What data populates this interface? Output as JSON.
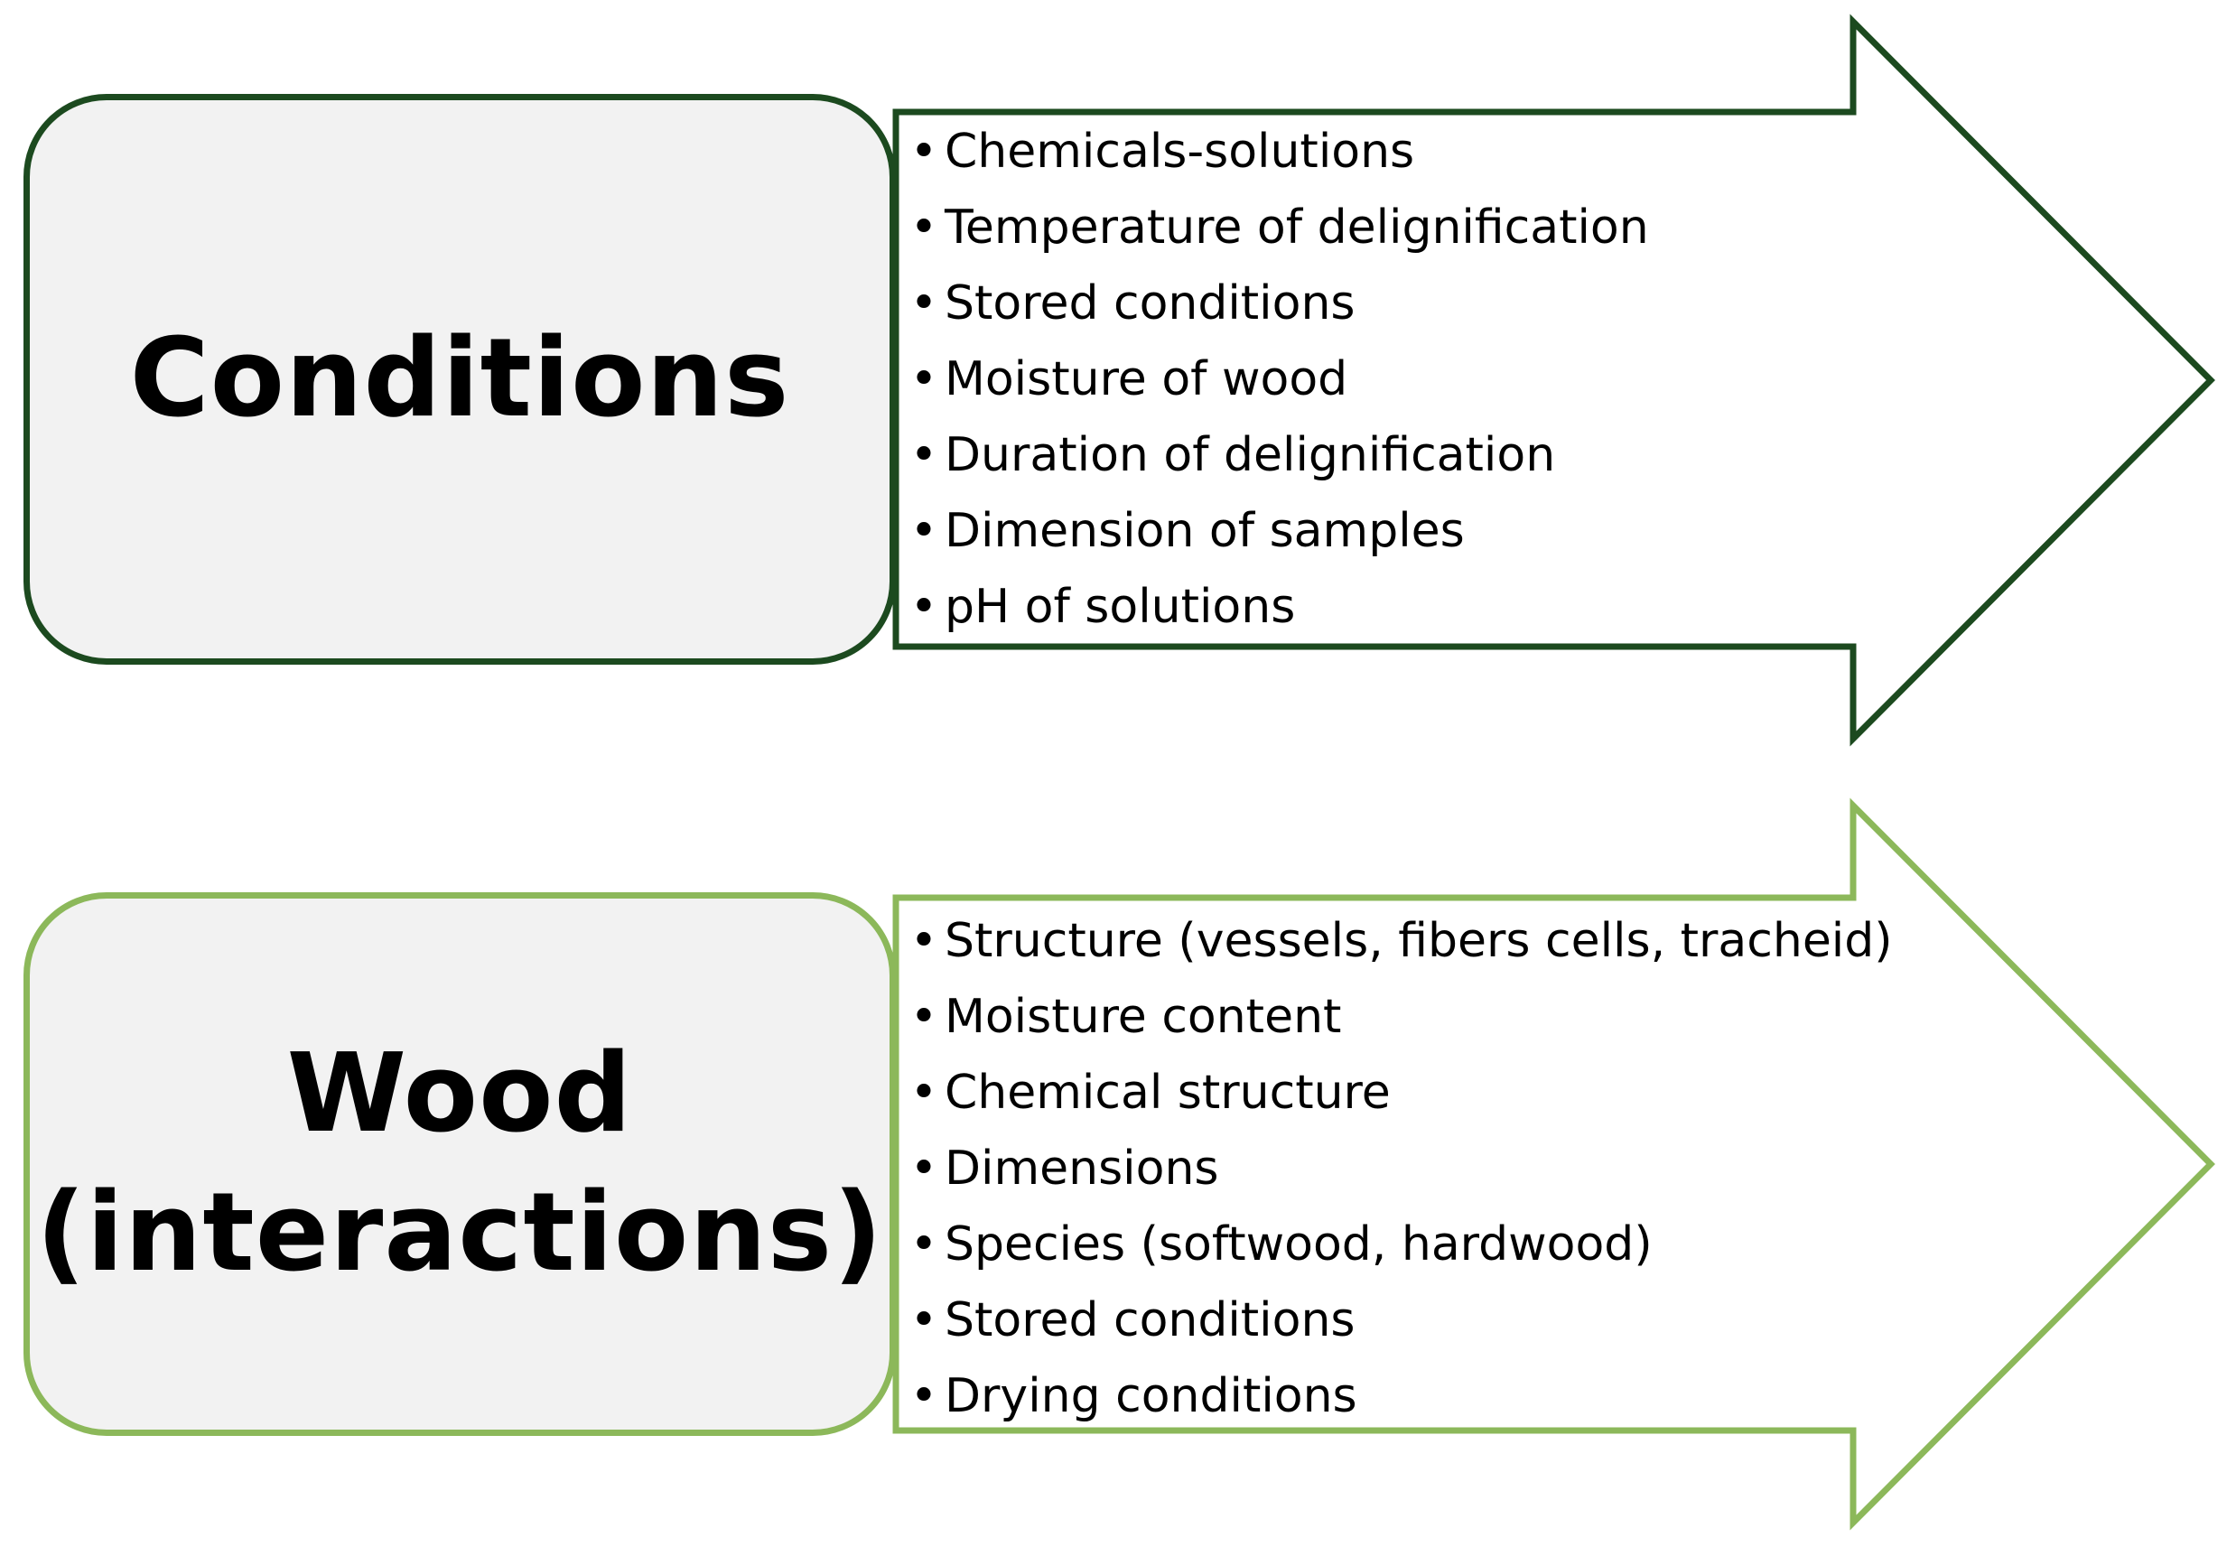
{
  "diagram": {
    "colors": {
      "conditions_border": "#1c4a1f",
      "wood_border": "#8cb85a",
      "box_fill": "#f2f2f2",
      "arrow_fill": "#ffffff"
    },
    "groups": [
      {
        "label": "Conditions",
        "items": [
          "Chemicals-solutions",
          "Temperature of delignification",
          "Stored conditions",
          "Moisture of wood",
          "Duration of delignification",
          "Dimension of samples",
          "pH of solutions"
        ]
      },
      {
        "label_lines": [
          "Wood",
          "(interactions)"
        ],
        "items": [
          "Structure (vessels, fibers cells, tracheid)",
          "Moisture content",
          "Chemical structure",
          "Dimensions",
          "Species (softwood, hardwood)",
          "Stored conditions",
          "Drying conditions"
        ]
      }
    ]
  }
}
